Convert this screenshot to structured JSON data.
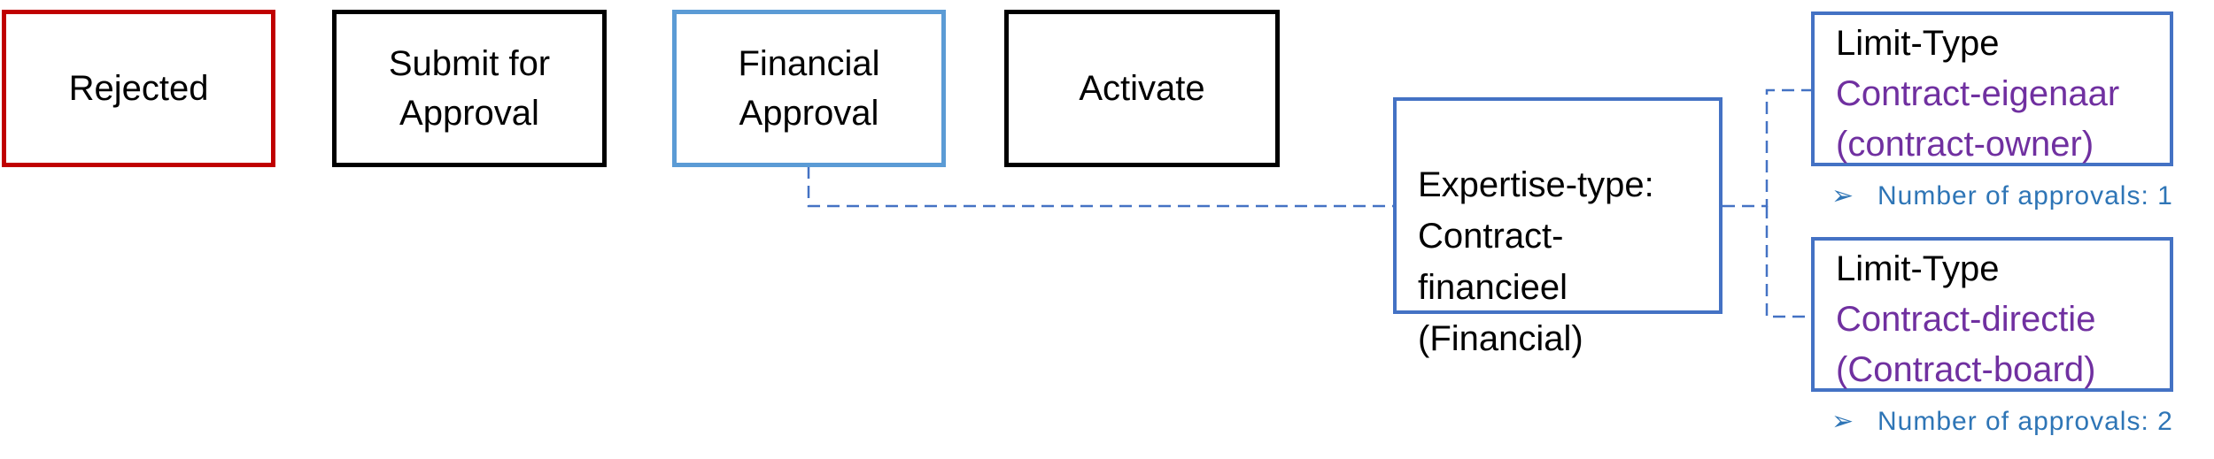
{
  "states": {
    "rejected": "Rejected",
    "submit": "Submit for\nApproval",
    "financial": "Financial\nApproval",
    "activate": "Activate"
  },
  "expertise": {
    "text": "Expertise-type:\nContract-\nfinancieel\n(Financial)"
  },
  "limits": [
    {
      "label": "Limit-Type",
      "value": "Contract-eigenaar\n(contract-owner)",
      "approvals": "Number of approvals: 1"
    },
    {
      "label": "Limit-Type",
      "value": "Contract-directie\n(Contract-board)",
      "approvals": "Number of approvals: 2"
    }
  ],
  "colors": {
    "rejected_border": "#c00000",
    "active_border": "#5b9bd5",
    "default_border": "#000000",
    "detail_border": "#4472c4",
    "connector": "#4472c4",
    "limit_value_text": "#7030a0",
    "approvals_text": "#2e75b6"
  },
  "icons": {
    "bullet": "arrowhead-bullet-icon"
  }
}
